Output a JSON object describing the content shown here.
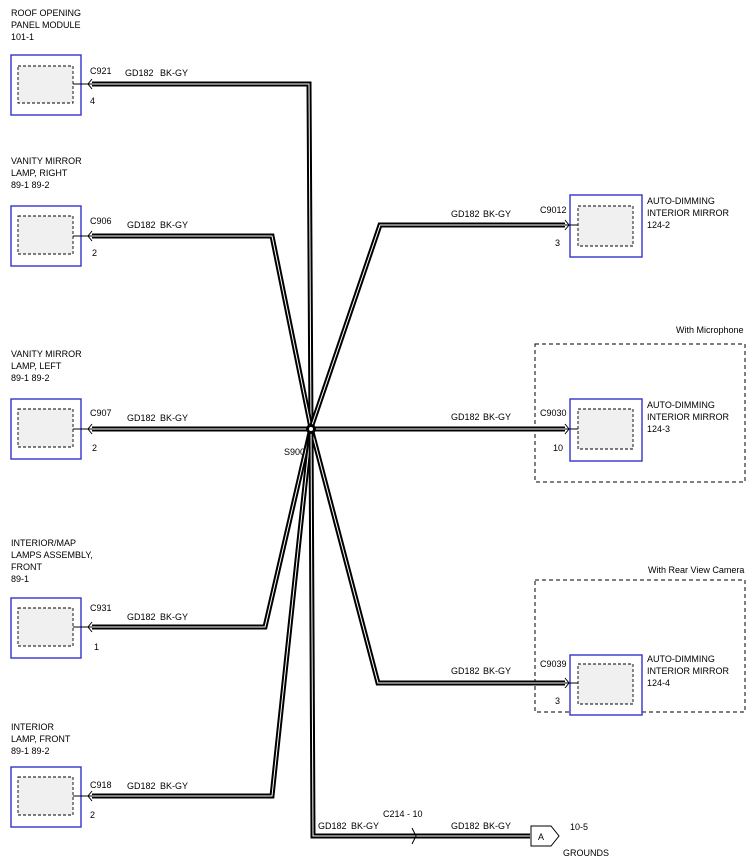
{
  "splice": {
    "label": "S900"
  },
  "components": {
    "roof": {
      "name_lines": [
        "ROOF OPENING",
        "PANEL MODULE",
        "101-1"
      ],
      "connector": "C921",
      "pin": "4",
      "circuit": "GD182",
      "color": "BK-GY"
    },
    "vanity_right": {
      "name_lines": [
        "VANITY MIRROR",
        "LAMP, RIGHT",
        "89-1    89-2"
      ],
      "connector": "C906",
      "pin": "2",
      "circuit": "GD182",
      "color": "BK-GY"
    },
    "vanity_left": {
      "name_lines": [
        "VANITY MIRROR",
        "LAMP, LEFT",
        "89-1    89-2"
      ],
      "connector": "C907",
      "pin": "2",
      "circuit": "GD182",
      "color": "BK-GY"
    },
    "map_lamps": {
      "name_lines": [
        "INTERIOR/MAP",
        "LAMPS ASSEMBLY,",
        "FRONT",
        "89-1"
      ],
      "connector": "C931",
      "pin": "1",
      "circuit": "GD182",
      "color": "BK-GY"
    },
    "interior_lamp": {
      "name_lines": [
        "INTERIOR",
        "LAMP, FRONT",
        "89-1    89-2"
      ],
      "connector": "C918",
      "pin": "2",
      "circuit": "GD182",
      "color": "BK-GY"
    },
    "mirror_2": {
      "name_lines": [
        "AUTO-DIMMING",
        "INTERIOR MIRROR",
        "124-2"
      ],
      "connector": "C9012",
      "pin": "3",
      "circuit": "GD182",
      "color": "BK-GY"
    },
    "mirror_3": {
      "name_lines": [
        "AUTO-DIMMING",
        "INTERIOR MIRROR",
        "124-3"
      ],
      "connector": "C9030",
      "pin": "10",
      "circuit": "GD182",
      "color": "BK-GY",
      "option": "With Microphone"
    },
    "mirror_4": {
      "name_lines": [
        "AUTO-DIMMING",
        "INTERIOR MIRROR",
        "124-4"
      ],
      "connector": "C9039",
      "pin": "3",
      "circuit": "GD182",
      "color": "BK-GY",
      "option": "With Rear View Camera"
    }
  },
  "ground": {
    "circuit_left": "GD182",
    "color_left": "BK-GY",
    "inline_connector": "C214 - 10",
    "circuit_right": "GD182",
    "color_right": "BK-GY",
    "symbol": "A",
    "ref": "10-5",
    "label": "GROUNDS"
  }
}
